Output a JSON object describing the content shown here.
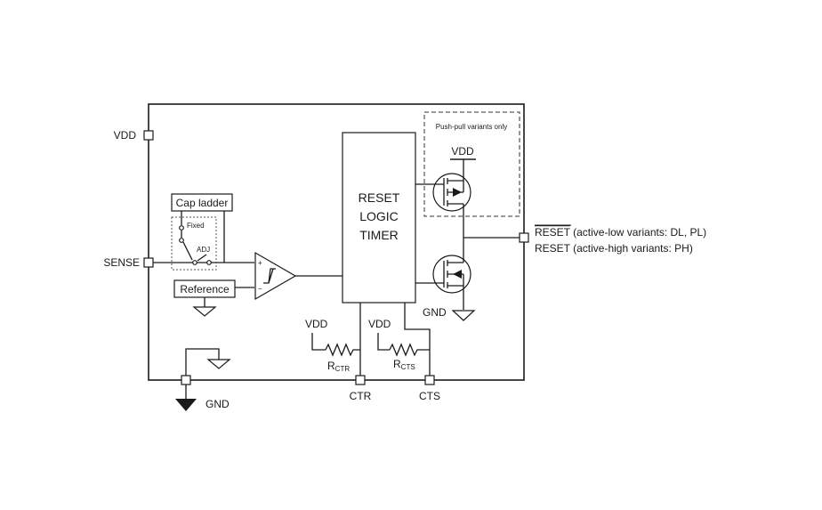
{
  "pins": {
    "vdd": "VDD",
    "sense": "SENSE",
    "gnd": "GND",
    "ctr": "CTR",
    "cts": "CTS",
    "reset_bar": "RESET",
    "reset_bar_note": " (active-low variants: DL, PL)",
    "reset_high": "RESET (active-high variants: PH)"
  },
  "blocks": {
    "cap_ladder": "Cap ladder",
    "reference": "Reference",
    "logic_line1": "RESET",
    "logic_line2": "LOGIC",
    "logic_line3": "TIMER",
    "push_pull_note": "Push-pull variants only"
  },
  "switch": {
    "fixed": "Fixed",
    "adj": "ADJ"
  },
  "comparator": {
    "plus": "+",
    "minus": "−"
  },
  "labels": {
    "vdd_top": "VDD",
    "gnd_fet": "GND",
    "vdd_ctr": "VDD",
    "vdd_cts": "VDD",
    "r_ctr": "R",
    "r_ctr_sub": "CTR",
    "r_cts": "R",
    "r_cts_sub": "CTS"
  }
}
